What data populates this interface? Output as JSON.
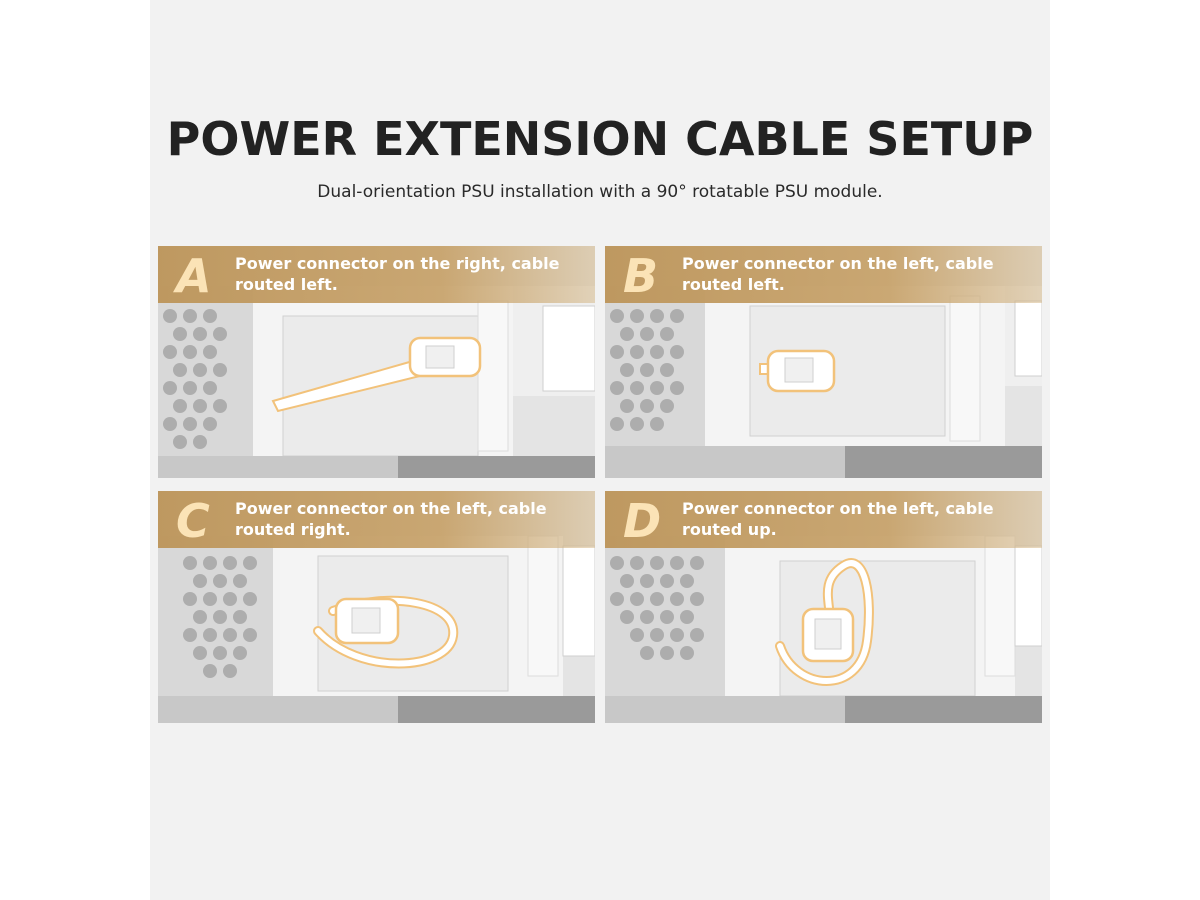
{
  "header": {
    "title": "POWER EXTENSION CABLE SETUP",
    "subtitle": "Dual-orientation PSU installation with a 90° rotatable PSU module."
  },
  "panels": [
    {
      "letter": "A",
      "caption": "Power connector on the right, cable routed left."
    },
    {
      "letter": "B",
      "caption": "Power connector on the left, cable routed left."
    },
    {
      "letter": "C",
      "caption": "Power connector on the left, cable routed right."
    },
    {
      "letter": "D",
      "caption": "Power connector on the left, cable routed up."
    }
  ],
  "colors": {
    "band": "#bd965c",
    "letter": "#fbe3b6",
    "highlight": "#f2c27a",
    "title": "#222222"
  }
}
